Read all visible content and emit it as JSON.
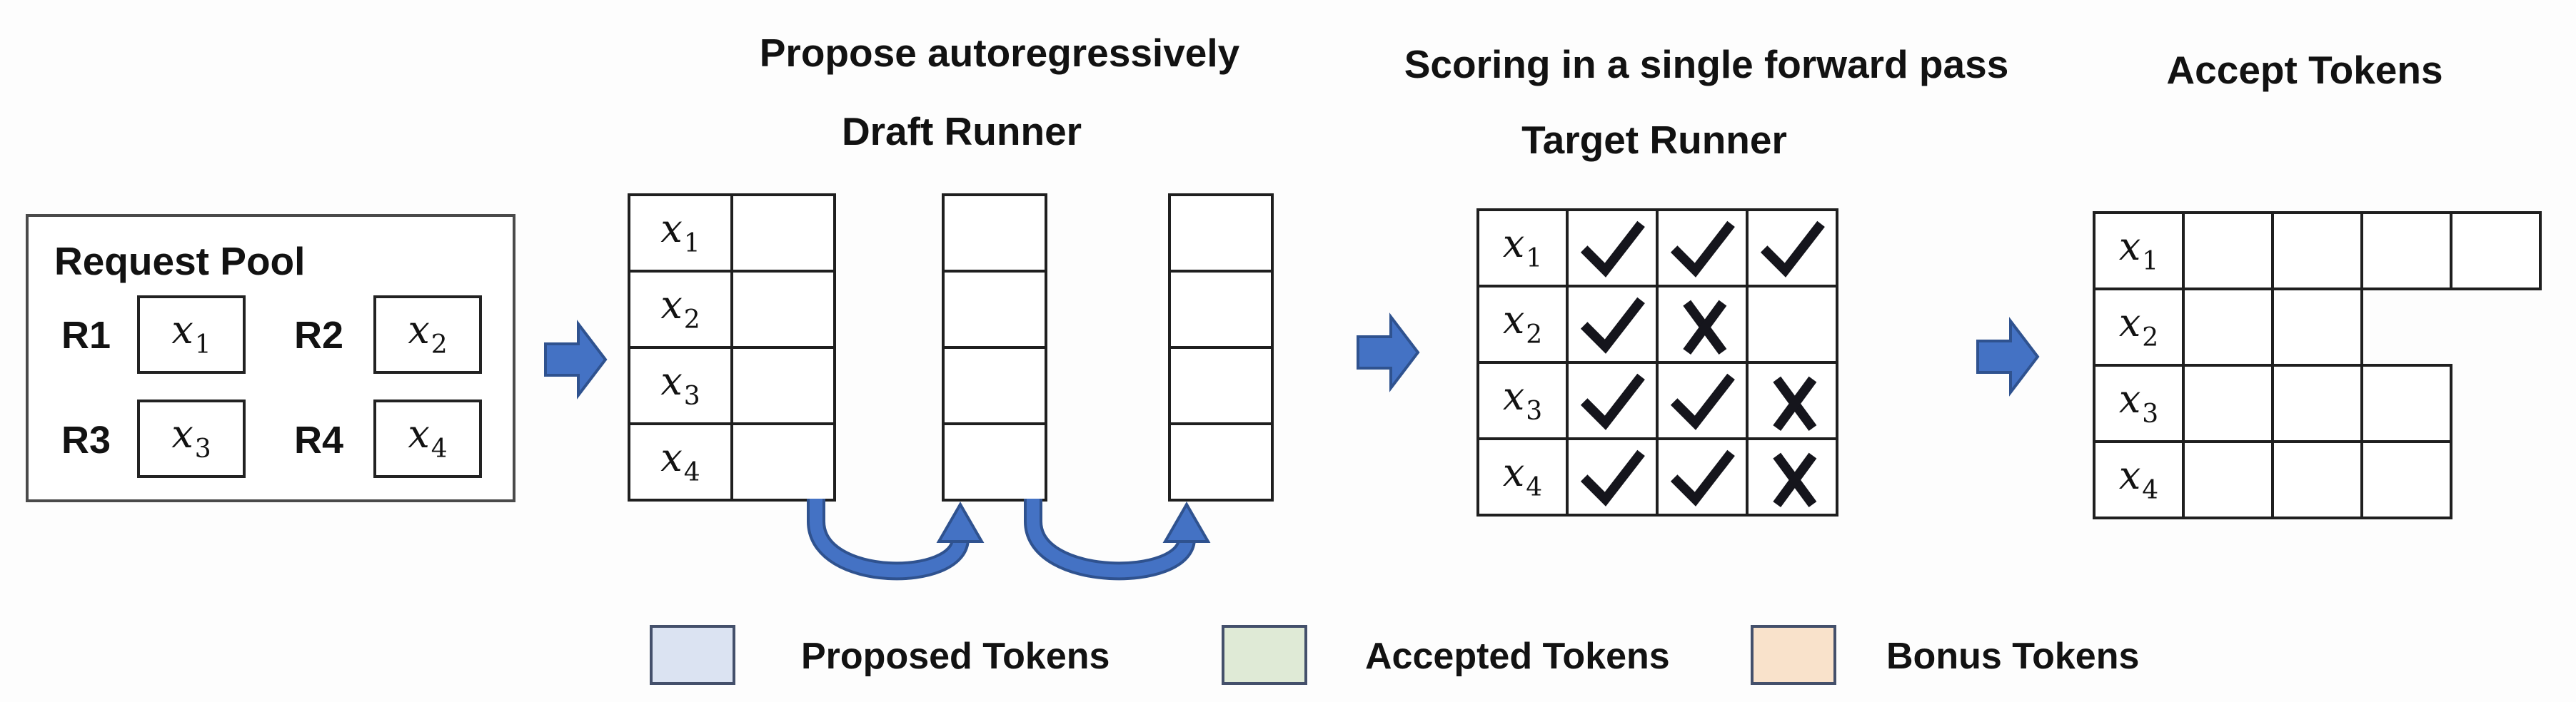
{
  "request_pool": {
    "title": "Request Pool",
    "requests": [
      {
        "id": "R1",
        "token": {
          "base": "x",
          "sub": "1"
        }
      },
      {
        "id": "R2",
        "token": {
          "base": "x",
          "sub": "2"
        }
      },
      {
        "id": "R3",
        "token": {
          "base": "x",
          "sub": "3"
        }
      },
      {
        "id": "R4",
        "token": {
          "base": "x",
          "sub": "4"
        }
      }
    ]
  },
  "row_labels": [
    {
      "base": "x",
      "sub": "1"
    },
    {
      "base": "x",
      "sub": "2"
    },
    {
      "base": "x",
      "sub": "3"
    },
    {
      "base": "x",
      "sub": "4"
    }
  ],
  "draft_runner": {
    "step_title": "Propose autoregressively",
    "runner_title": "Draft Runner",
    "columns": [
      {
        "has_labels": true,
        "rows": 4,
        "cell_type": "proposed"
      },
      {
        "has_labels": false,
        "rows": 4,
        "cell_type": "proposed"
      },
      {
        "has_labels": false,
        "rows": 4,
        "cell_type": "proposed"
      }
    ]
  },
  "target_runner": {
    "step_title": "Scoring in a single forward pass",
    "runner_title": "Target Runner",
    "marks": [
      [
        "check",
        "check",
        "check"
      ],
      [
        "check",
        "cross",
        "blank"
      ],
      [
        "check",
        "check",
        "cross"
      ],
      [
        "check",
        "check",
        "cross"
      ]
    ]
  },
  "accept_tokens": {
    "title": "Accept Tokens",
    "rows": [
      [
        "accepted",
        "accepted",
        "accepted",
        "bonus"
      ],
      [
        "accepted",
        "bonus"
      ],
      [
        "accepted",
        "accepted",
        "bonus"
      ],
      [
        "accepted",
        "accepted",
        "bonus"
      ]
    ]
  },
  "legend": {
    "items": [
      {
        "type": "proposed",
        "label": "Proposed Tokens"
      },
      {
        "type": "accepted",
        "label": "Accepted Tokens"
      },
      {
        "type": "bonus",
        "label": "Bonus Tokens"
      }
    ]
  },
  "icons": {
    "check": "✔",
    "cross": "✖",
    "flow_arrow": "right-block-arrow",
    "loop_arrow": "u-turn-up-arrow"
  },
  "colors": {
    "proposed": "#dbe3f2",
    "accepted": "#dfead6",
    "bonus": "#f9e2cb",
    "arrow_fill": "#4472c4",
    "arrow_edge": "#2f528f",
    "grid_border": "#1f1f1f",
    "swatch_border": "#44506b",
    "text": "#111111"
  }
}
